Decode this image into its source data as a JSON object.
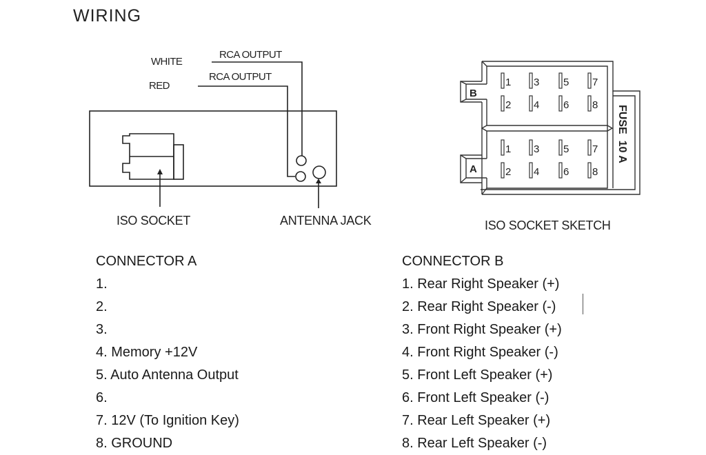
{
  "title": "WIRING",
  "head_unit": {
    "white_label": "WHITE",
    "red_label": "RED",
    "rca_output_white": "RCA OUTPUT",
    "rca_output_red": "RCA OUTPUT",
    "iso_socket_label": "ISO SOCKET",
    "antenna_jack_label": "ANTENNA JACK"
  },
  "iso_sketch": {
    "caption": "ISO SOCKET SKETCH",
    "block_b_label": "B",
    "block_a_label": "A",
    "fuse_label": "FUSE  10 A",
    "pins": [
      "1",
      "2",
      "3",
      "4",
      "5",
      "6",
      "7",
      "8"
    ]
  },
  "connector_a": {
    "heading": "CONNECTOR A",
    "items": [
      "1.",
      "2.",
      "3.",
      "4. Memory +12V",
      "5. Auto Antenna Output",
      "6.",
      "7. 12V (To Ignition Key)",
      "8. GROUND"
    ]
  },
  "connector_b": {
    "heading": "CONNECTOR B",
    "items": [
      "1. Rear Right Speaker (+)",
      "2. Rear Right Speaker (-)",
      "3. Front Right Speaker (+)",
      "4. Front Right Speaker (-)",
      "5. Front Left Speaker (+)",
      "6. Front Left Speaker (-)",
      "7. Rear Left Speaker (+)",
      "8. Rear Left Speaker (-)"
    ]
  }
}
